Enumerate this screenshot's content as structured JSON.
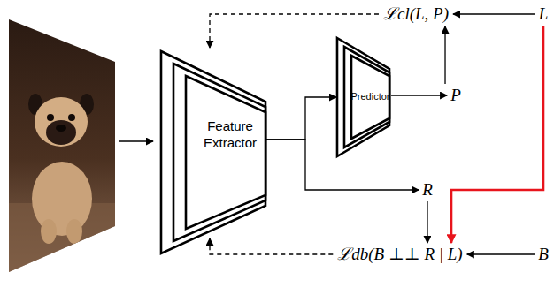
{
  "diagram": {
    "nodes": [
      {
        "text": [
          "ℒcl(L, P)"
        ]
      },
      {
        "text": [
          "L"
        ]
      },
      {
        "text": [
          "Feature Extractor"
        ]
      },
      {
        "text": [
          "Predictor"
        ]
      },
      {
        "text": [
          "P"
        ]
      },
      {
        "text": [
          "R"
        ]
      },
      {
        "text": [
          "ℒdb(B ⊥⊥ R | L)"
        ]
      },
      {
        "text": [
          "B"
        ]
      }
    ],
    "edges": [
      {
        "from": 1,
        "to": 0,
        "arrow": "to"
      },
      {
        "from": 4,
        "to": 0,
        "arrow": "to"
      },
      {
        "from": 0,
        "to": 2,
        "arrow": "to"
      },
      {
        "from": 2,
        "to": 3,
        "arrow": "to"
      },
      {
        "from": 3,
        "to": 4,
        "arrow": "to"
      },
      {
        "from": 2,
        "to": 5,
        "arrow": "to"
      },
      {
        "from": 5,
        "to": 6,
        "arrow": "to"
      },
      {
        "from": 7,
        "to": 6,
        "arrow": "to"
      },
      {
        "from": 1,
        "to": 6,
        "arrow": "to"
      },
      {
        "from": 6,
        "to": 2,
        "arrow": "to"
      }
    ]
  }
}
